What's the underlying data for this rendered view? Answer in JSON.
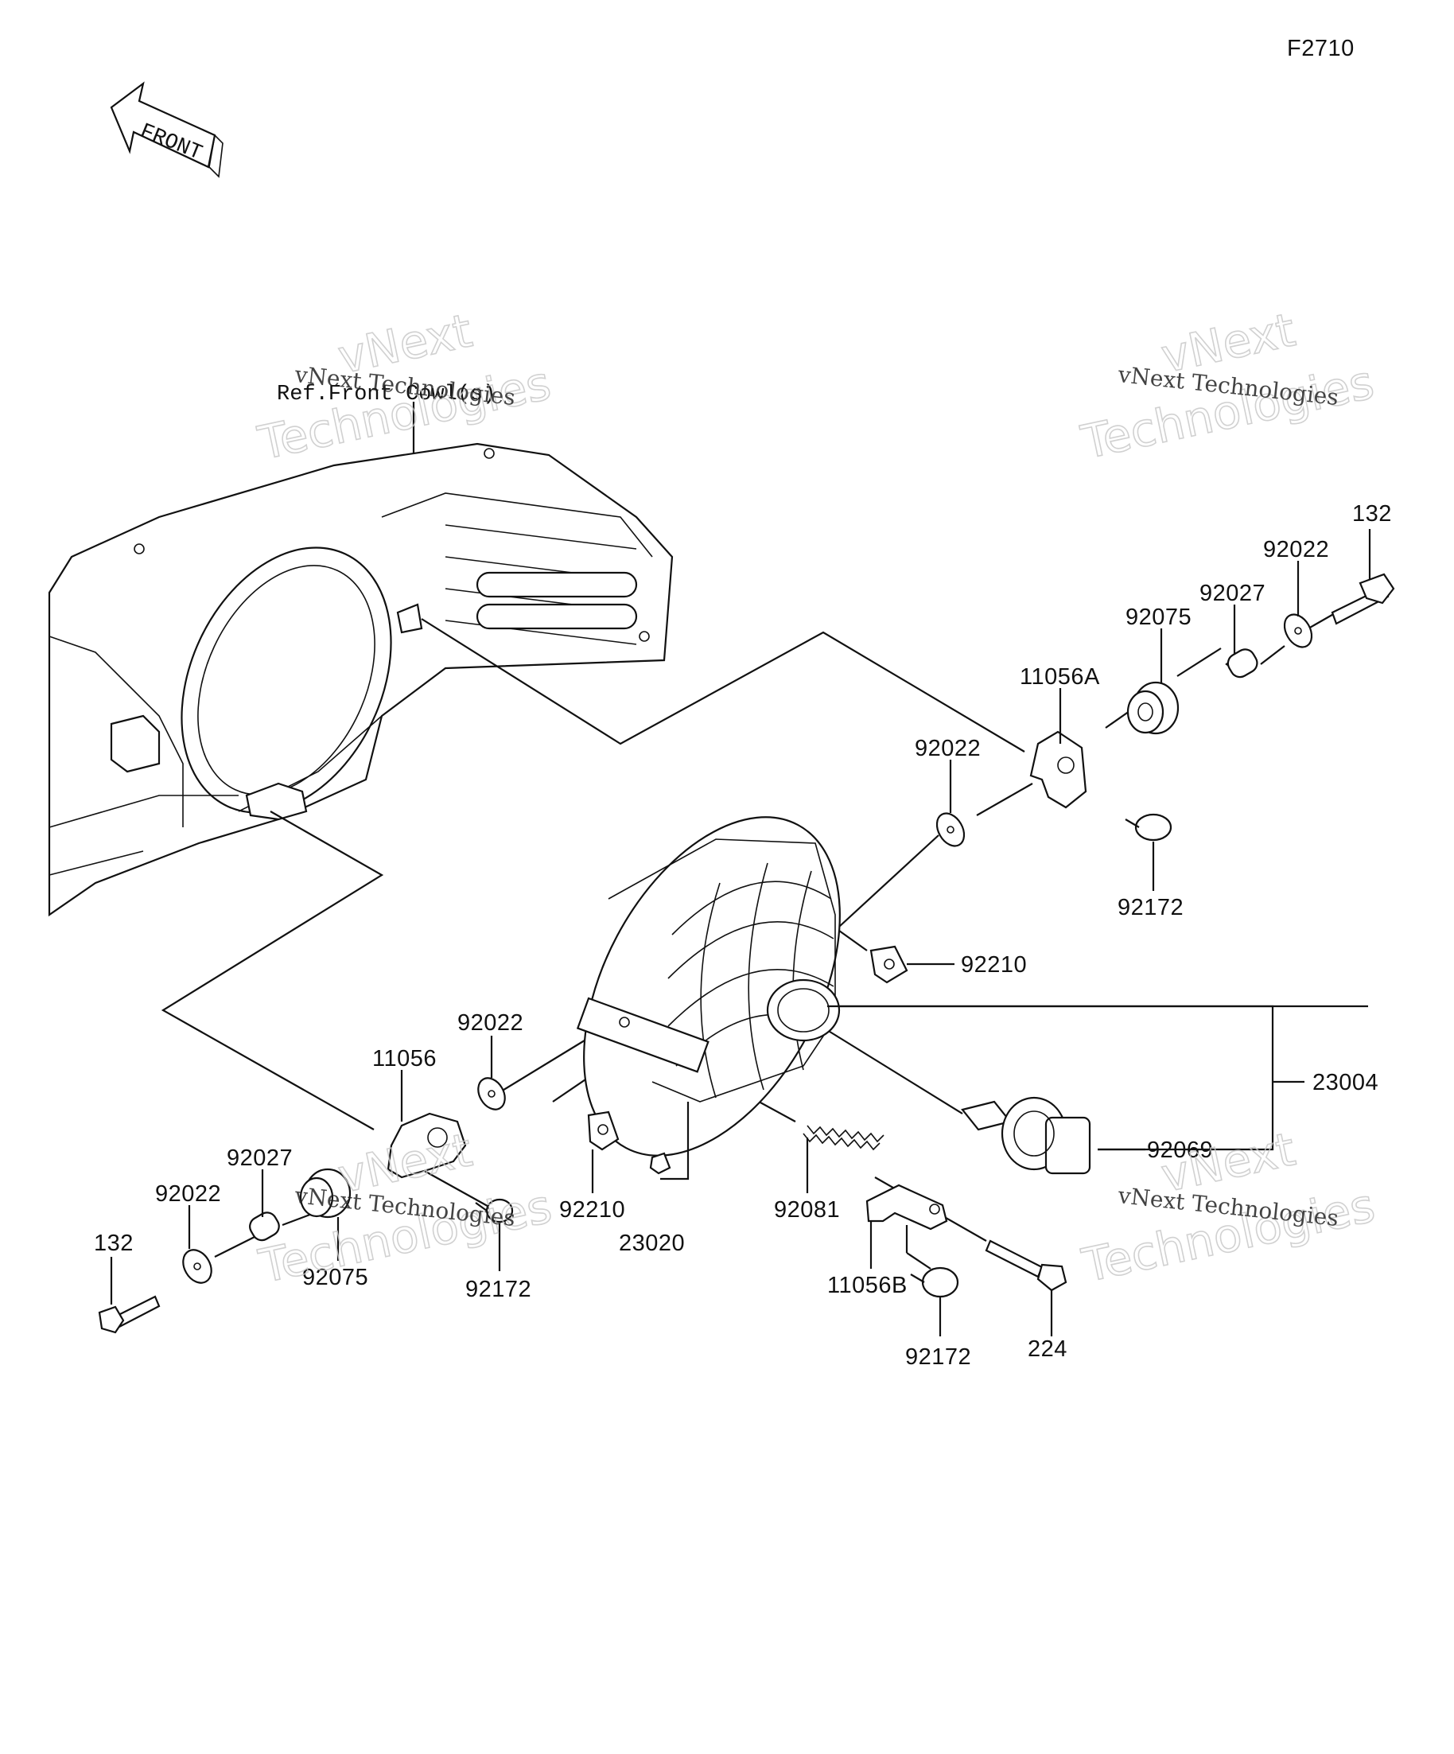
{
  "figure_code": "F2710",
  "front_arrow_label": "FRONT",
  "reference_note": "Ref.Front Cowl(s)",
  "watermark": {
    "brand_line1": "vNext",
    "brand_line2": "Technologies",
    "caption": "vNext Technologies"
  },
  "part_labels": {
    "bolt_132_right": "132",
    "washer_92022_right_top": "92022",
    "collar_92027_right": "92027",
    "damper_92075_right": "92075",
    "bracket_11056A": "11056A",
    "washer_92022_right_mid": "92022",
    "screw_92172_right": "92172",
    "nut_92210_right": "92210",
    "headlight_assembly_23004": "23004",
    "bulb_92069": "92069",
    "washer_92022_left": "92022",
    "bracket_11056": "11056",
    "collar_92027_left": "92027",
    "washer_92022_left_low": "92022",
    "bolt_132_left": "132",
    "damper_92075_left": "92075",
    "screw_92172_left": "92172",
    "nut_92210_left": "92210",
    "cap_23020": "23020",
    "spring_92081": "92081",
    "bracket_11056B": "11056B",
    "screw_92172_bottom": "92172",
    "bolt_224": "224"
  }
}
